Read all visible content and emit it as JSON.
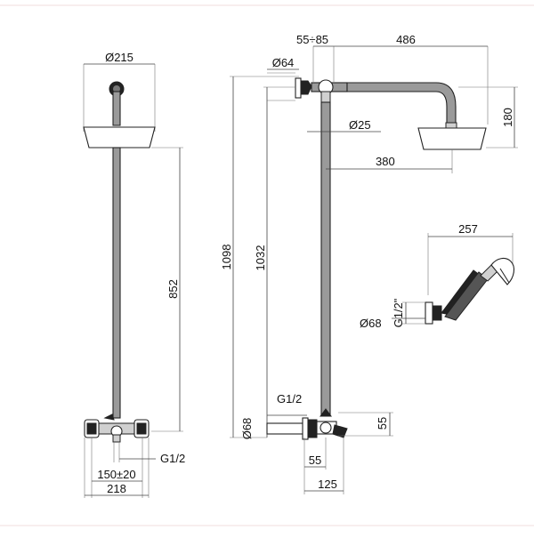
{
  "drawing": {
    "front_view": {
      "head_diameter": "Ø215",
      "bar_height": "852",
      "centers": "150±20",
      "overall_width": "218",
      "connection": "G1/2"
    },
    "side_view": {
      "arm_reach_range": "55÷85",
      "arm_length": "486",
      "flange_diameter": "Ø64",
      "head_drop": "180",
      "pipe_diameter": "Ø25",
      "head_offset": "380",
      "total_height": "1098",
      "bar_height": "1032",
      "mixer_connection": "G1/2",
      "mixer_flange": "Ø68",
      "diverter_height": "55",
      "mixer_offset": "55",
      "mixer_depth": "125"
    },
    "hand_shower": {
      "length": "257",
      "connection": "G1/2\"",
      "flange_diameter": "Ø68"
    }
  }
}
